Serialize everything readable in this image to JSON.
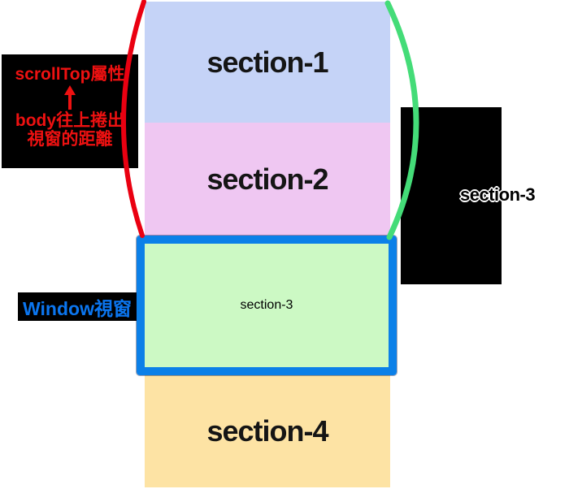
{
  "diagram": {
    "sections": [
      {
        "label": "section-1",
        "color": "#c5d3f7"
      },
      {
        "label": "section-2",
        "color": "#efc7f2"
      },
      {
        "label": "section-3",
        "color": "#ccf9c4"
      },
      {
        "label": "section-4",
        "color": "#fde3a4"
      }
    ],
    "scrolltop_note": {
      "title": "scrollTop屬性",
      "desc_line1": "body往上捲出",
      "desc_line2": "視窗的距離",
      "text_color": "#ee1111",
      "bg_color": "#000000"
    },
    "window_note": {
      "text": "Window視窗",
      "text_color": "#0b76f0",
      "bg_color": "#000000"
    },
    "right_note": {
      "text": "section-3",
      "bg_color": "#000000"
    },
    "window_border_color": "#0b80e8",
    "scroll_brace_color": "#ea0011",
    "offset_brace_color": "#44dc78",
    "background_color": "#ffffff"
  }
}
